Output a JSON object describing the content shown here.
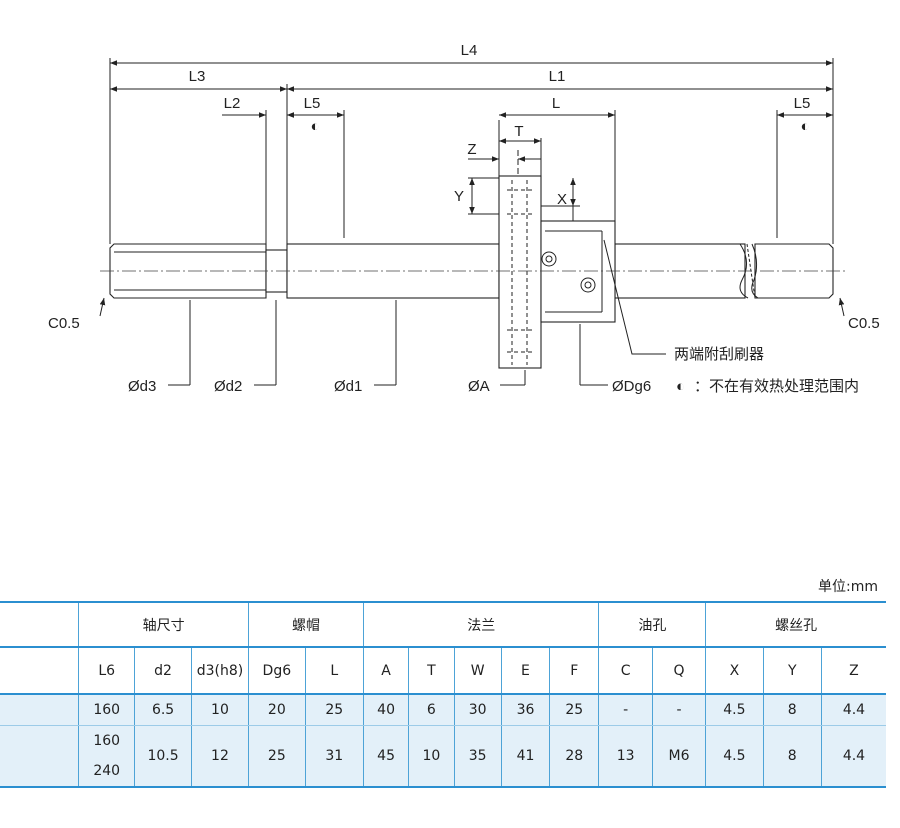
{
  "drawing": {
    "dims": {
      "L4": "L4",
      "L3": "L3",
      "L1": "L1",
      "L2": "L2",
      "L5a": "L5",
      "L": "L",
      "L5b": "L5",
      "T": "T",
      "Z": "Z",
      "Y": "Y",
      "X": "X"
    },
    "chamfer_left": "C0.5",
    "chamfer_right": "C0.5",
    "callouts": {
      "d3": "Ød3",
      "d2": "Ød2",
      "d1": "Ød1",
      "A": "ØA",
      "Dg6": "ØDg6"
    },
    "wiper_note": "两端附刮刷器",
    "legend_symbol": "◐",
    "legend_text": "：不在有效热处理范围内"
  },
  "unit_label": "单位:mm",
  "table": {
    "groups": [
      "",
      "轴尺寸",
      "螺帽",
      "法兰",
      "油孔",
      "螺丝孔"
    ],
    "columns": [
      "",
      "L6",
      "d2",
      "d3(h8)",
      "Dg6",
      "L",
      "A",
      "T",
      "W",
      "E",
      "F",
      "C",
      "Q",
      "X",
      "Y",
      "Z"
    ],
    "rows": [
      [
        "",
        "160",
        "6.5",
        "10",
        "20",
        "25",
        "40",
        "6",
        "30",
        "36",
        "25",
        "-",
        "-",
        "4.5",
        "8",
        "4.4"
      ],
      [
        "",
        "160",
        "10.5",
        "12",
        "25",
        "31",
        "45",
        "10",
        "35",
        "41",
        "28",
        "13",
        "M6",
        "4.5",
        "8",
        "4.4"
      ]
    ],
    "row2_L6_second": "240"
  },
  "colors": {
    "table_rule": "#2b8fd0",
    "row_fill": "#e3f0f9",
    "line": "#222222"
  }
}
